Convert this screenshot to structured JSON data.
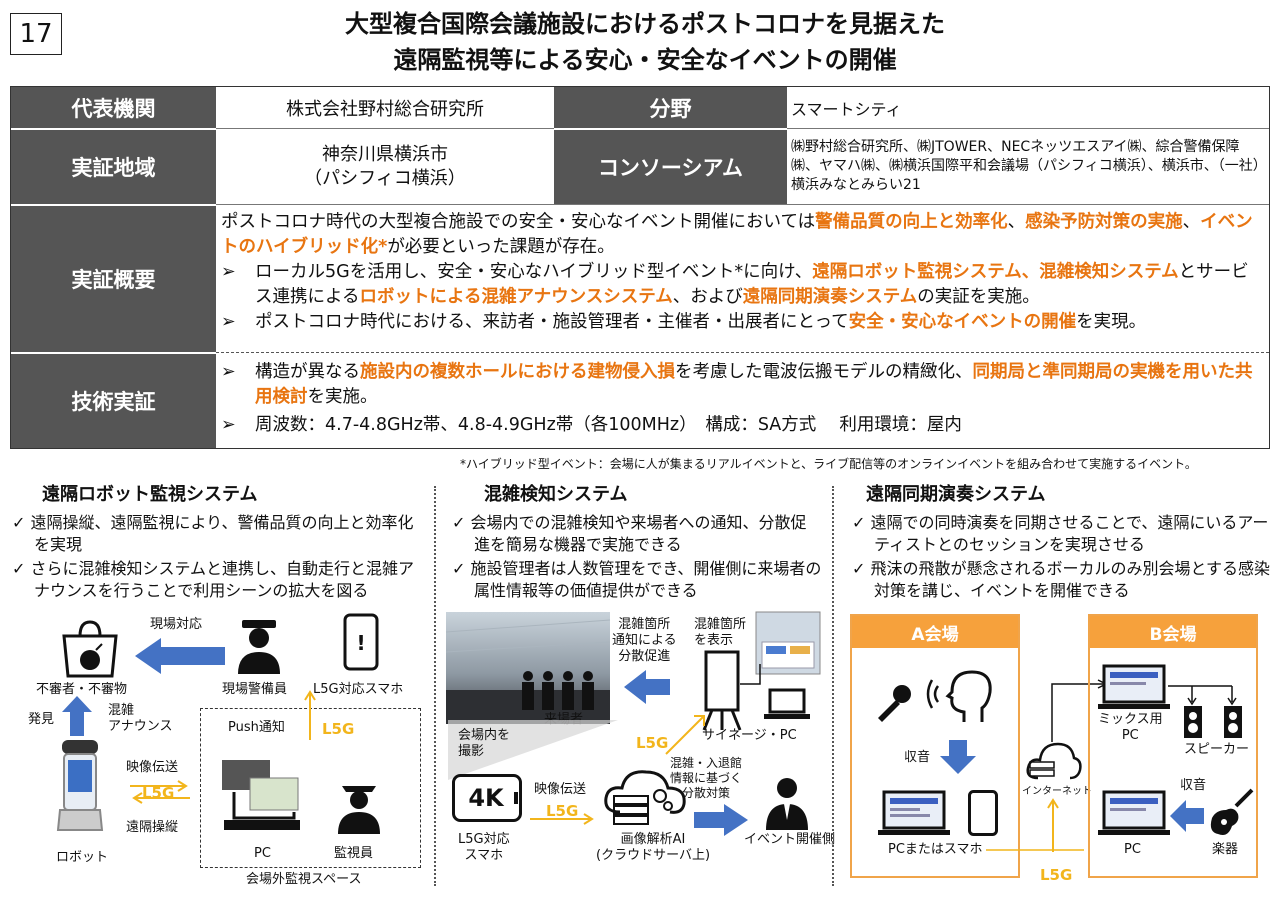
{
  "page_number": "17",
  "title": {
    "line1": "大型複合国際会議施設におけるポストコロナを見据えた",
    "line2": "遠隔監視等による安心・安全なイベントの開催"
  },
  "table": {
    "org_label": "代表機関",
    "org_value": "株式会社野村総合研究所",
    "field_label": "分野",
    "field_value": "スマートシティ",
    "region_label": "実証地域",
    "region_line1": "神奈川県横浜市",
    "region_line2": "（パシフィコ横浜）",
    "consortium_label": "コンソーシアム",
    "consortium_value": "㈱野村総合研究所、㈱JTOWER、NECネッツエスアイ㈱、綜合警備保障㈱、ヤマハ㈱、㈱横浜国際平和会議場（パシフィコ横浜）、横浜市、（一社）横浜みなとみらい21",
    "overview_label": "実証概要",
    "overview": {
      "p1_a": "ポストコロナ時代の大型複合施設での安全・安心なイベント開催においては",
      "p1_hl1": "警備品質の向上と効率化",
      "p1_b": "、",
      "p1_hl2": "感染予防対策の実施",
      "p1_c": "、",
      "p1_hl3": "イベントのハイブリッド化*",
      "p1_d": "が必要といった課題が存在。",
      "b1_a": "ローカル5Gを活用し、安全・安心なハイブリッド型イベント*に向け、",
      "b1_hl1": "遠隔ロボット監視システム、混雑検知システム",
      "b1_b": "とサービス連携による",
      "b1_hl2": "ロボットによる混雑アナウンスシステム",
      "b1_c": "、および",
      "b1_hl3": "遠隔同期演奏システム",
      "b1_d": "の実証を実施。",
      "b2_a": "ポストコロナ時代における、来訪者・施設管理者・主催者・出展者にとって",
      "b2_hl": "安全・安心なイベントの開催",
      "b2_b": "を実現。"
    },
    "tech_label": "技術実証",
    "tech": {
      "b1_a": "構造が異なる",
      "b1_hl1": "施設内の複数ホールにおける建物侵入損",
      "b1_b": "を考慮した電波伝搬モデルの精緻化、",
      "b1_hl2": "同期局と準同期局の実機を用いた共用検討",
      "b1_c": "を実施。",
      "b2": "周波数：4.7-4.8GHz帯、4.8-4.9GHz帯（各100MHz）　構成：SA方式　 利用環境：屋内"
    },
    "bullet_mark": "➢"
  },
  "footnote": "*ハイブリッド型イベント：会場に人が集まるリアルイベントと、ライブ配信等のオンラインイベントを組み合わせて実施するイベント。",
  "check_mark": "✓",
  "sections": {
    "robot": {
      "title": "遠隔ロボット監視システム",
      "c1": "遠隔操縦、遠隔監視により、警備品質の向上と効率化を実現",
      "c2": "さらに混雑検知システムと連携し、自動走行と混雑アナウンスを行うことで利用シーンの拡大を図る",
      "d": {
        "site_response": "現場対応",
        "suspicious": "不審者・不審物",
        "guard": "現場警備員",
        "phone": "L5G対応スマホ",
        "detect": "発見",
        "announce1": "混雑",
        "announce2": "アナウンス",
        "push": "Push通知",
        "l5g": "L5G",
        "video": "映像伝送",
        "remote": "遠隔操縦",
        "robot": "ロボット",
        "pc": "PC",
        "monitor": "監視員",
        "space": "会場外監視スペース"
      }
    },
    "crowd": {
      "title": "混雑検知システム",
      "c1": "会場内での混雑検知や来場者への通知、分散促進を簡易な機器で実施できる",
      "c2": "施設管理者は人数管理をでき、開催側に来場者の属性情報等の価値提供ができる",
      "d": {
        "notify1": "混雑箇所",
        "notify2": "通知による",
        "notify3": "分散促進",
        "display1": "混雑箇所",
        "display2": "を表示",
        "visitors": "来場者",
        "signage": "サイネージ・PC",
        "shoot1": "会場内を",
        "shoot2": "撮影",
        "l5g": "L5G",
        "info1": "混雑・入退館",
        "info2": "情報に基づく",
        "info3": "分散対策",
        "k4": "4K",
        "video": "映像伝送",
        "phone1": "L5G対応",
        "phone2": "スマホ",
        "ai1": "画像解析AI",
        "ai2": "(クラウドサーバ上)",
        "organizer": "イベント開催側"
      }
    },
    "music": {
      "title": "遠隔同期演奏システム",
      "c1": "遠隔での同時演奏を同期させることで、遠隔にいるアーティストとのセッションを実現させる",
      "c2": "飛沫の飛散が懸念されるボーカルのみ別会場とする感染対策を講じ、イベントを開催できる",
      "d": {
        "venue_a": "A会場",
        "venue_b": "B会場",
        "record": "収音",
        "internet": "インターネット",
        "mix1": "ミックス用",
        "mix2": "PC",
        "speaker": "スピーカー",
        "pc_or_phone": "PCまたはスマホ",
        "pc": "PC",
        "instrument": "楽器",
        "l5g": "L5G"
      }
    }
  },
  "colors": {
    "header_bg": "#555555",
    "highlight": "#e87511",
    "arrow_blue": "#4472c4",
    "l5g_yellow": "#f2b51c",
    "venue_orange": "#f6a13c"
  }
}
